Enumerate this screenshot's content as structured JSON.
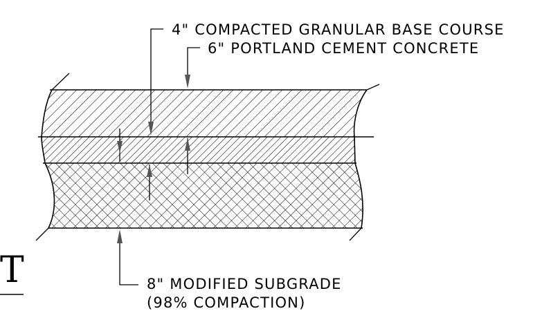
{
  "labels": {
    "base_course": "4\" COMPACTED GRANULAR BASE COURSE",
    "concrete": "6\" PORTLAND CEMENT CONCRETE",
    "subgrade_line1": "8\" MODIFIED SUBGRADE",
    "subgrade_line2": "(98% COMPACTION)",
    "partial_letter": "T"
  },
  "layers": [
    {
      "name": "portland-cement-concrete",
      "thickness_in": 6,
      "hatch": "diagonal-wide"
    },
    {
      "name": "granular-base-course",
      "thickness_in": 4,
      "hatch": "diagonal-dense"
    },
    {
      "name": "modified-subgrade",
      "thickness_in": 8,
      "hatch": "crosshatch"
    }
  ],
  "colors": {
    "line": "#000000",
    "arrow": "#555555",
    "background": "#ffffff"
  }
}
